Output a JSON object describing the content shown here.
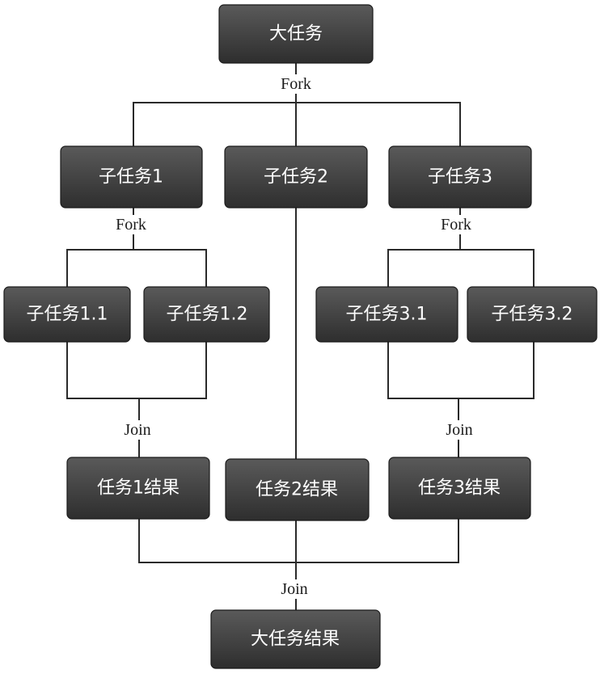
{
  "nodes": {
    "big_task": "大任务",
    "subtask_1": "子任务1",
    "subtask_2": "子任务2",
    "subtask_3": "子任务3",
    "subtask_1_1": "子任务1.1",
    "subtask_1_2": "子任务1.2",
    "subtask_3_1": "子任务3.1",
    "subtask_3_2": "子任务3.2",
    "result_1": "任务1结果",
    "result_2": "任务2结果",
    "result_3": "任务3结果",
    "big_result": "大任务结果"
  },
  "edge_labels": {
    "fork_top": "Fork",
    "fork_1": "Fork",
    "fork_3": "Fork",
    "join_1": "Join",
    "join_3": "Join",
    "join_bottom": "Join"
  },
  "colors": {
    "node_fill_top": "#5a5a5a",
    "node_fill_bottom": "#2e2e2e",
    "line": "#2a2a2a"
  }
}
